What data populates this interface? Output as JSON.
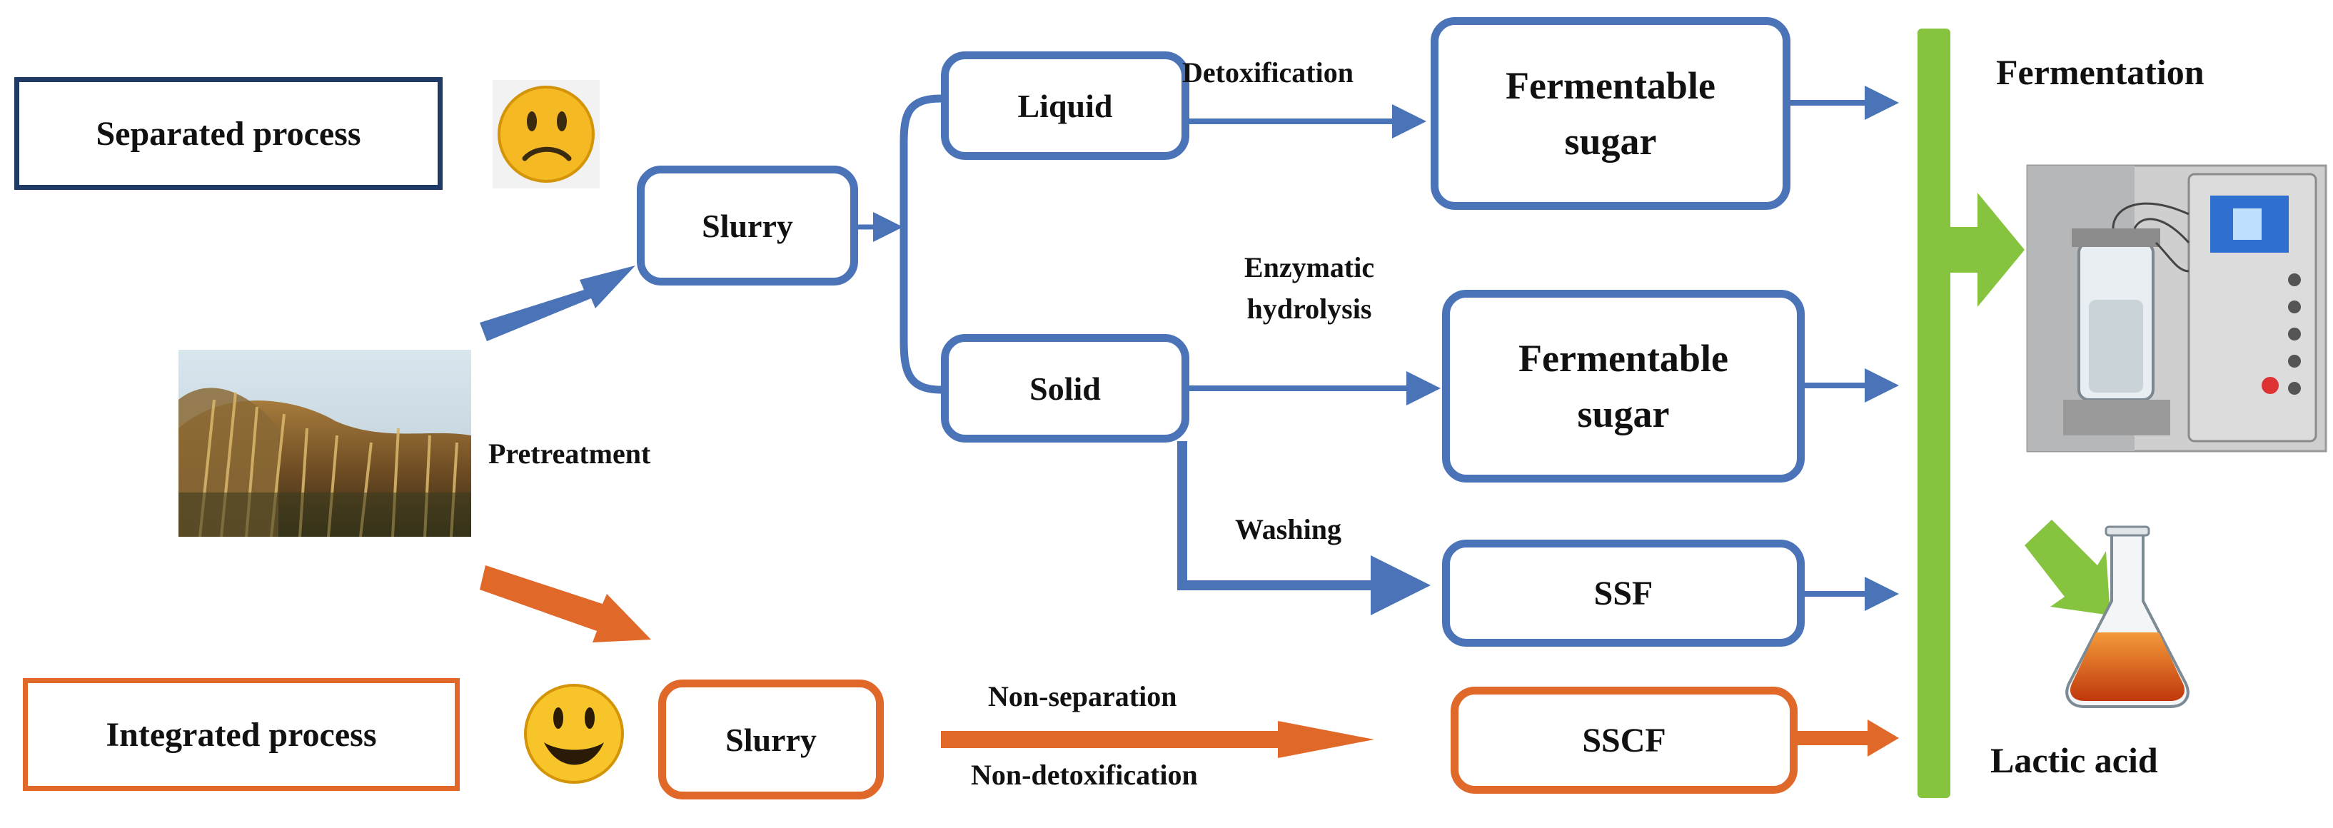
{
  "labels": {
    "separated_process": "Separated process",
    "integrated_process": "Integrated process",
    "pretreatment": "Pretreatment",
    "slurry_top": "Slurry",
    "slurry_bottom": "Slurry",
    "liquid": "Liquid",
    "solid": "Solid",
    "detoxification": "Detoxification",
    "enzymatic_hydrolysis": "Enzymatic hydrolysis",
    "washing": "Washing",
    "fermentable_sugar_1": "Fermentable sugar",
    "fermentable_sugar_2": "Fermentable sugar",
    "ssf": "SSF",
    "sscf": "SSCF",
    "non_separation": "Non-separation",
    "non_detoxification": "Non-detoxification",
    "fermentation": "Fermentation",
    "lactic_acid": "Lactic acid"
  },
  "colors": {
    "separated_flow": "#4a73b8",
    "integrated_flow": "#e0692a",
    "fermentation_bar": "#86c440",
    "separated_box_border": "#1f3a64"
  },
  "icons": {
    "sad_face": "sad-face-icon",
    "smiley_face": "smiley-face-icon",
    "wheat_field": "wheat-field-photo",
    "bioreactor": "bioreactor-photo",
    "flask": "erlenmeyer-flask-icon"
  }
}
